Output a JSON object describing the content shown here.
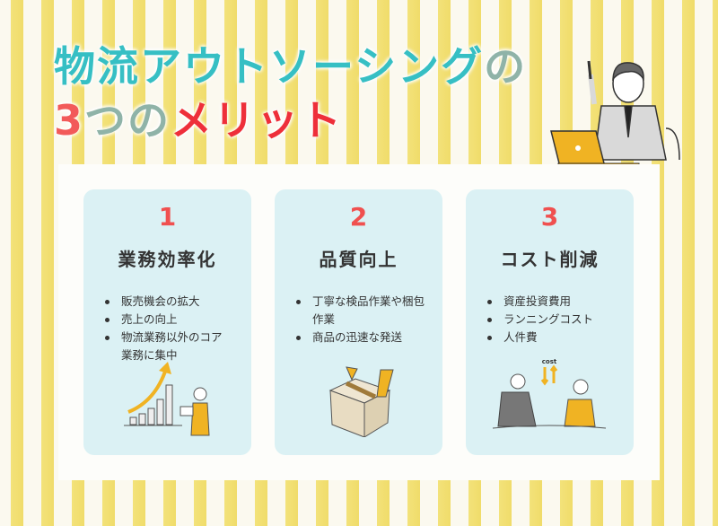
{
  "title": {
    "line1_main": "物流アウトソーシング",
    "line1_suffix": "の",
    "line2_number": "3",
    "line2_mid": "つの",
    "line2_end": "メリット"
  },
  "cards": [
    {
      "number": "1",
      "heading": "業務効率化",
      "items": [
        "販売機会の拡大",
        "売上の向上",
        "物流業務以外のコア業務に集中"
      ]
    },
    {
      "number": "2",
      "heading": "品質向上",
      "items": [
        "丁寧な検品作業や梱包作業",
        "商品の迅速な発送"
      ]
    },
    {
      "number": "3",
      "heading": "コスト削減",
      "items": [
        "資産投資費用",
        "ランニングコスト",
        "人件費"
      ],
      "illustration_label": "cost"
    }
  ],
  "colors": {
    "teal": "#36bfc4",
    "red": "#ee2f3a",
    "card": "#dbf1f4",
    "accent": "#f0b323"
  }
}
